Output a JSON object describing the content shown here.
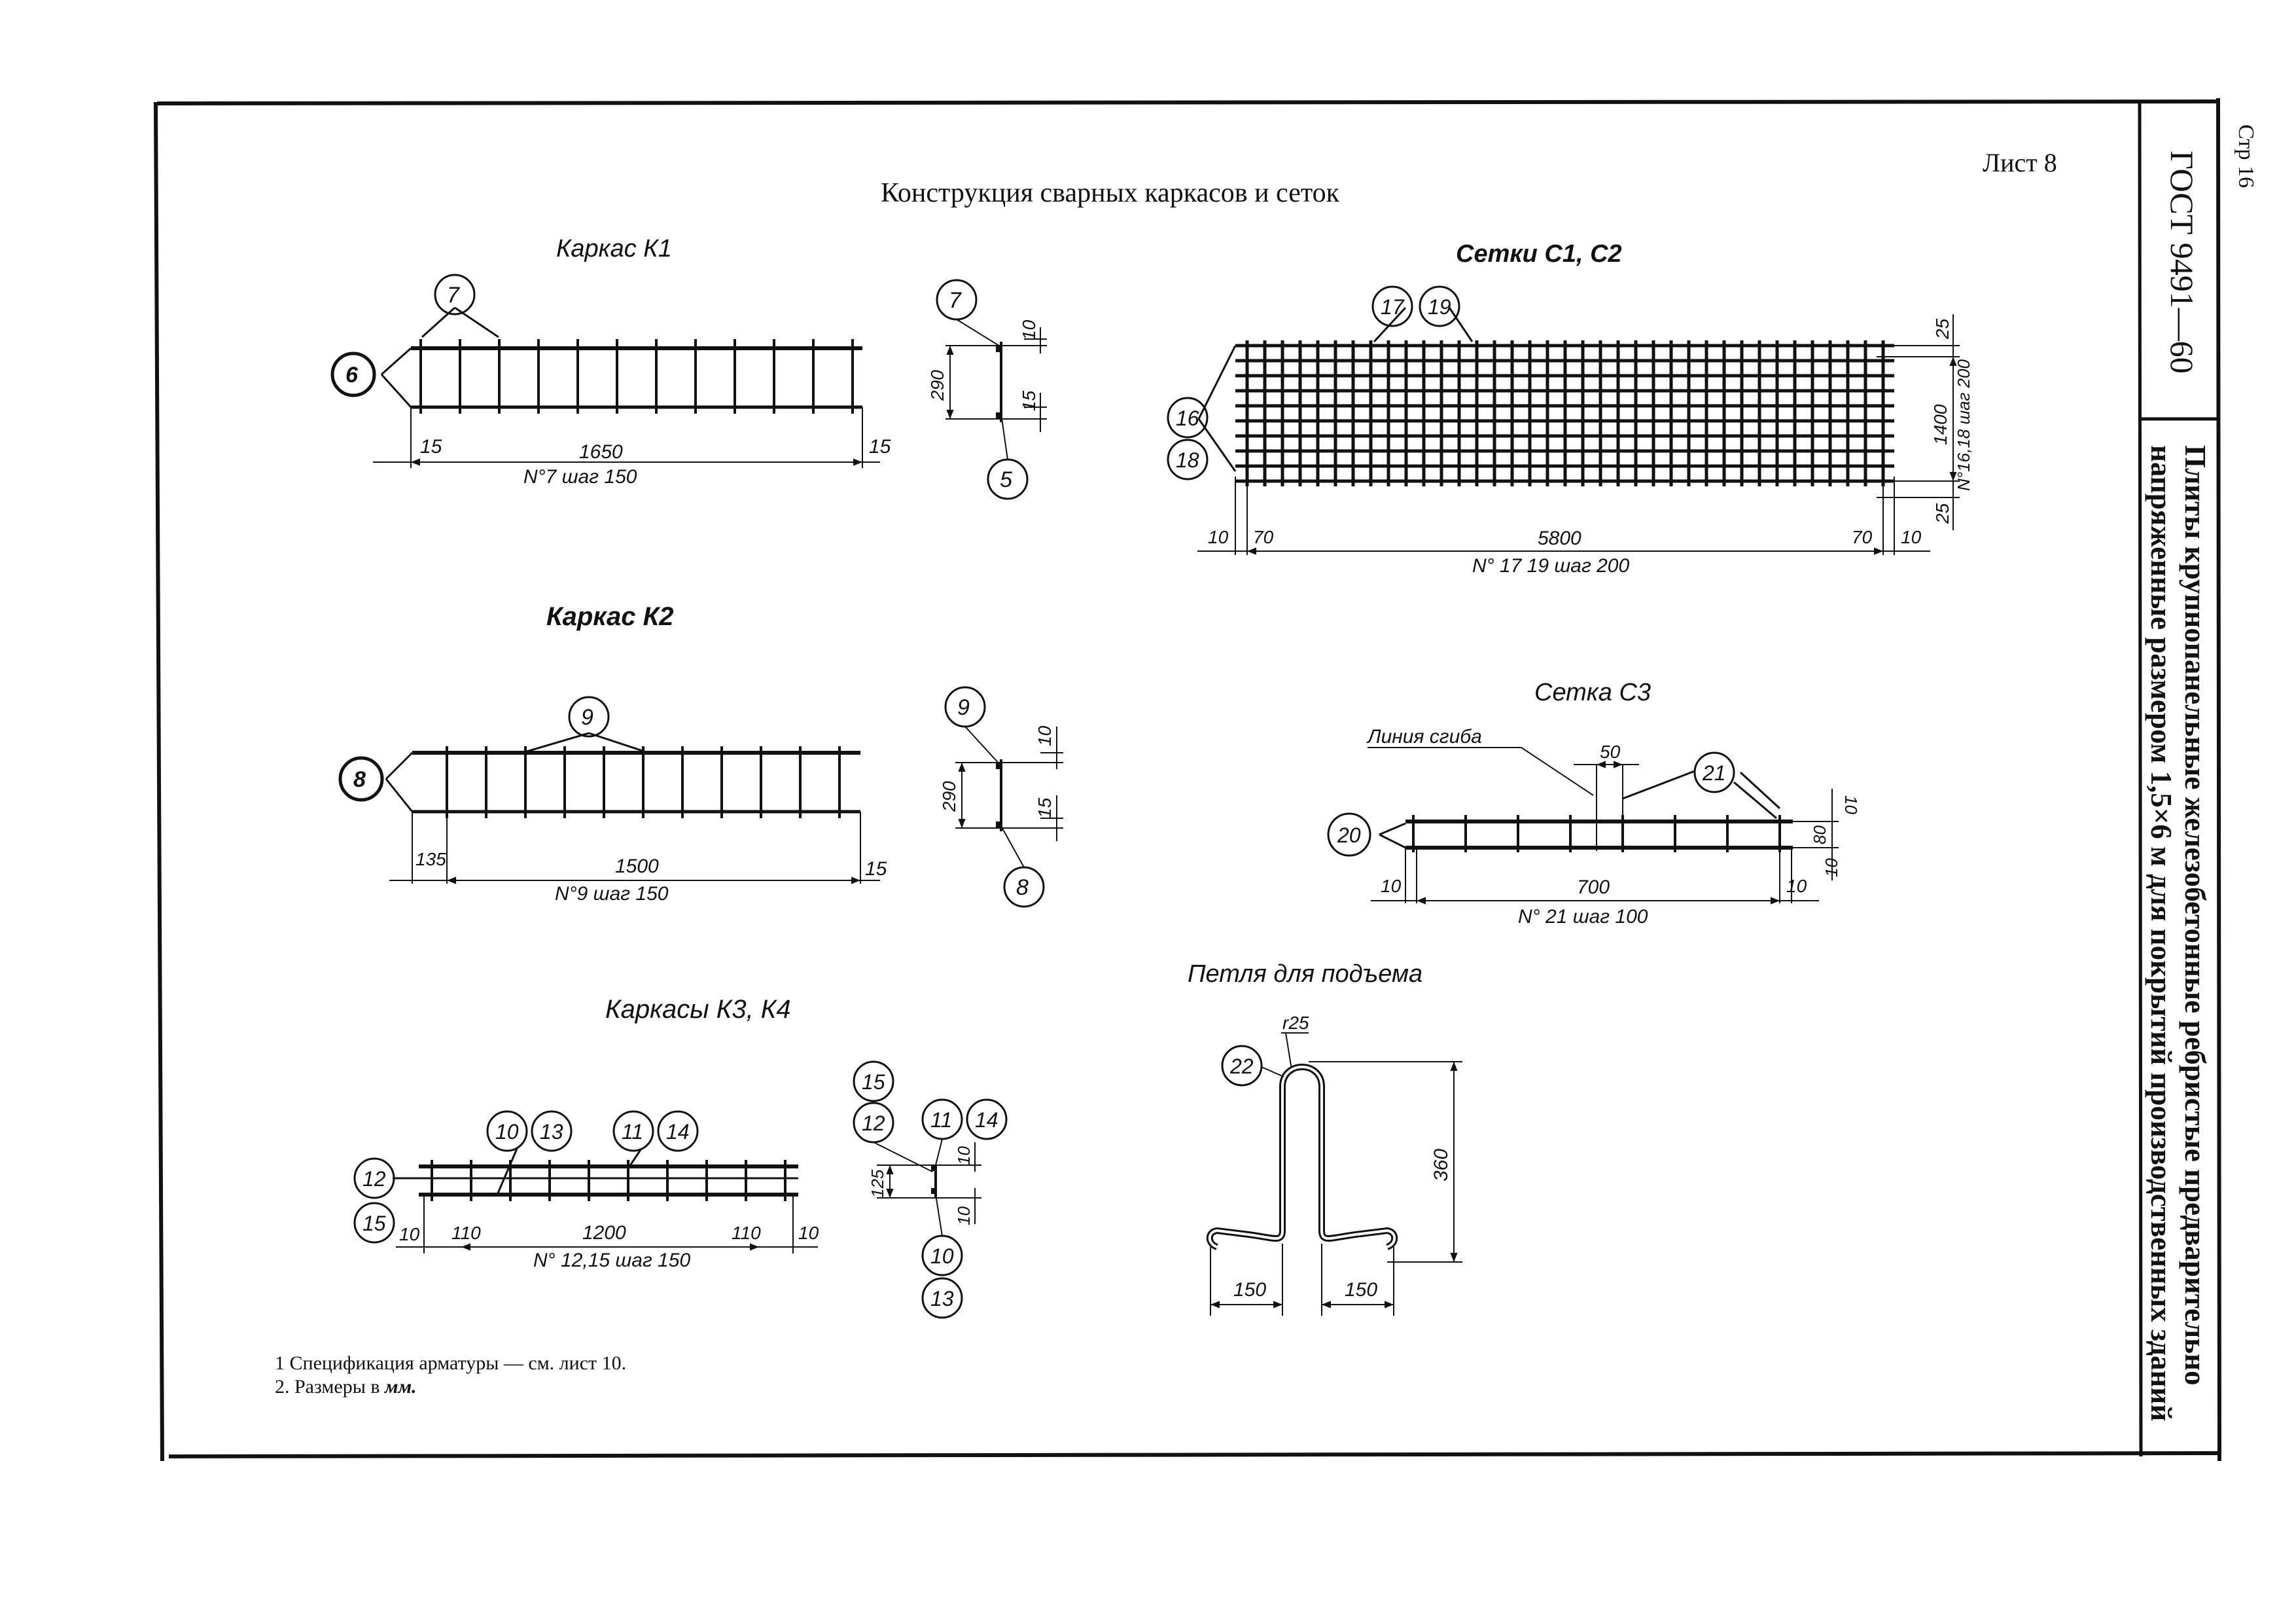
{
  "header": {
    "main_title": "Конструкция сварных каркасов и сеток",
    "sheet_label": "Лист 8"
  },
  "side_block": {
    "gost_code": "ГОСТ 9491—60",
    "page_number": "Стр 16",
    "title_line1": "Плиты крупнопанельные железобетонные ребристые предварительно",
    "title_line2": "напряженные размером 1,5×6 м для покрытий производственных зданий"
  },
  "k1": {
    "title": "Каркас К1",
    "marker_top": "7",
    "marker_left": "6",
    "dim_left": "15",
    "dim_main": "1650",
    "dim_right": "15",
    "caption": "N°7 шаг 150",
    "section_marker_top": "7",
    "section_marker_bottom": "5",
    "section_height": "290",
    "section_top_offset": "10",
    "section_bottom_offset": "15"
  },
  "k2": {
    "title": "Каркас К2",
    "marker_top": "9",
    "marker_left": "8",
    "dim_left": "135",
    "dim_main": "1500",
    "dim_right": "15",
    "caption": "N°9 шаг 150",
    "section_marker_top": "9",
    "section_marker_bottom": "8",
    "section_height": "290",
    "section_top_offset": "10",
    "section_bottom_offset": "15"
  },
  "k3k4": {
    "title": "Каркасы К3, К4",
    "marker_top_a": "10",
    "marker_top_b": "13",
    "marker_top_c": "11",
    "marker_top_d": "14",
    "marker_left_a": "12",
    "marker_left_b": "15",
    "dim_10_left": "10",
    "dim_110_left": "110",
    "dim_main": "1200",
    "dim_110_right": "110",
    "dim_10_right": "10",
    "caption": "N° 12,15 шаг 150",
    "section_marker_15": "15",
    "section_marker_12": "12",
    "section_marker_11": "11",
    "section_marker_14": "14",
    "section_marker_10": "10",
    "section_marker_13": "13",
    "section_height": "125",
    "section_top_offset": "10",
    "section_bottom_offset": "10"
  },
  "c1c2": {
    "title": "Сетки С1, С2",
    "marker_top_a": "17",
    "marker_top_b": "19",
    "marker_left_a": "16",
    "marker_left_b": "18",
    "dim_10_left": "10",
    "dim_70_left": "70",
    "dim_main": "5800",
    "dim_70_right": "70",
    "dim_10_right": "10",
    "caption": "N° 17 19 шаг 200",
    "dim_height": "1400",
    "dim_height_caption": "N°16,18 шаг 200",
    "dim_top": "25",
    "dim_bottom": "25"
  },
  "c3": {
    "title": "Сетка С3",
    "fold_line_label": "Линия сгиба",
    "dim_fold": "50",
    "marker_right": "21",
    "marker_left": "20",
    "dim_10_left": "10",
    "dim_main": "700",
    "dim_10_right": "10",
    "caption": "N° 21 шаг 100",
    "dim_height": "80",
    "dim_top": "10",
    "dim_bottom": "10"
  },
  "loop": {
    "title": "Петля для подъема",
    "radius_label": "r25",
    "marker": "22",
    "dim_height": "360",
    "dim_left_foot": "150",
    "dim_right_foot": "150"
  },
  "notes": {
    "note1": "1  Спецификация арматуры — см. лист 10.",
    "note2_prefix": "2. Размеры в ",
    "note2_unit": "мм."
  }
}
